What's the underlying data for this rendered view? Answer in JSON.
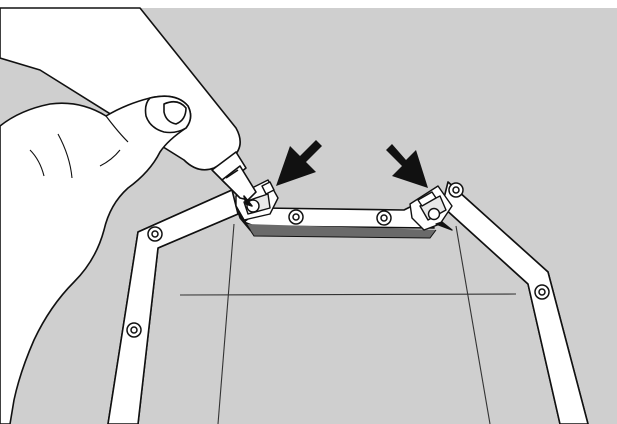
{
  "figure": {
    "kind": "line-art assembly illustration",
    "background_color": "#cfcfcf",
    "paper_color": "#ffffff",
    "line_color": "#111111",
    "arrow_color": "#111111",
    "arrows": [
      {
        "name": "left-arrow-icon",
        "direction": "down-left"
      },
      {
        "name": "right-arrow-icon",
        "direction": "down-right"
      }
    ],
    "labels": []
  }
}
